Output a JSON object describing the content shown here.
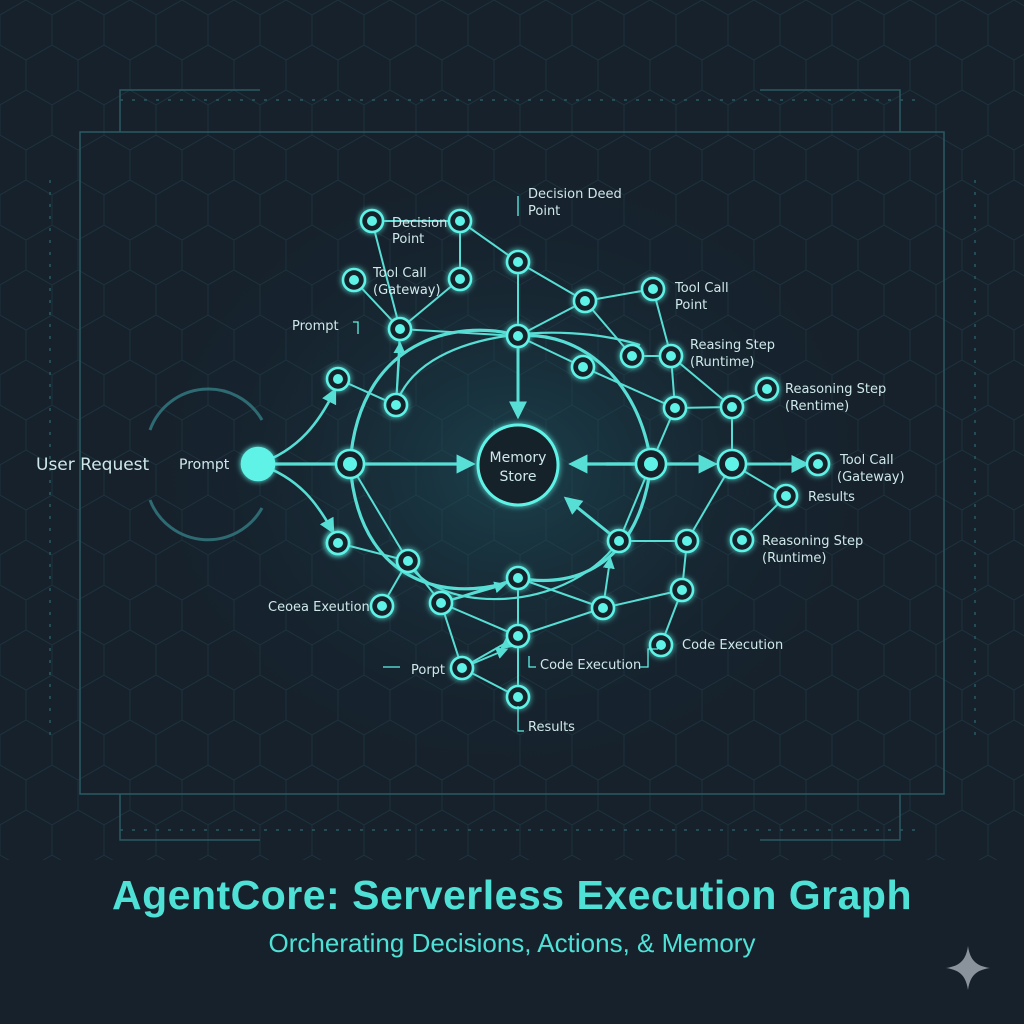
{
  "title": "AgentCore: Serverless Execution Graph",
  "subtitle": "Orcherating Decisions, Actions, & Memory",
  "labels": {
    "user_request": "User Request",
    "prompt_main": "Prompt",
    "prompt_upper": "Prompt",
    "prompt_lower": "Porpt",
    "decision_point_left_1": "Decision",
    "decision_point_left_2": "Point",
    "decision_top_1": "Decision Deed",
    "decision_top_2": "Point",
    "tool_call_left_1": "Tool Call",
    "tool_call_left_2": "(Gateway)",
    "tool_call_right_1": "Tool Call",
    "tool_call_right_2": "Point",
    "reasoning_1a": "Reasing Step",
    "reasoning_1b": "(Runtime)",
    "reasoning_2a": "Reasoning Step",
    "reasoning_2b": "(Rentime)",
    "tool_call_gateway_1": "Tool Call",
    "tool_call_gateway_2": "(Gateway)",
    "results_right": "Results",
    "reasoning_3a": "Reasoning Step",
    "reasoning_3b": "(Runtime)",
    "code_exec_left": "Ceoea Exeution",
    "code_exec_center": "Code Execution",
    "code_exec_right": "Code Execution",
    "results_bottom": "Results",
    "memory_1": "Memory",
    "memory_2": "Store"
  },
  "colors": {
    "background": "#16212c",
    "accent": "#4fe0d6",
    "node": "#5ff2e6",
    "grid": "#2a5a62"
  }
}
